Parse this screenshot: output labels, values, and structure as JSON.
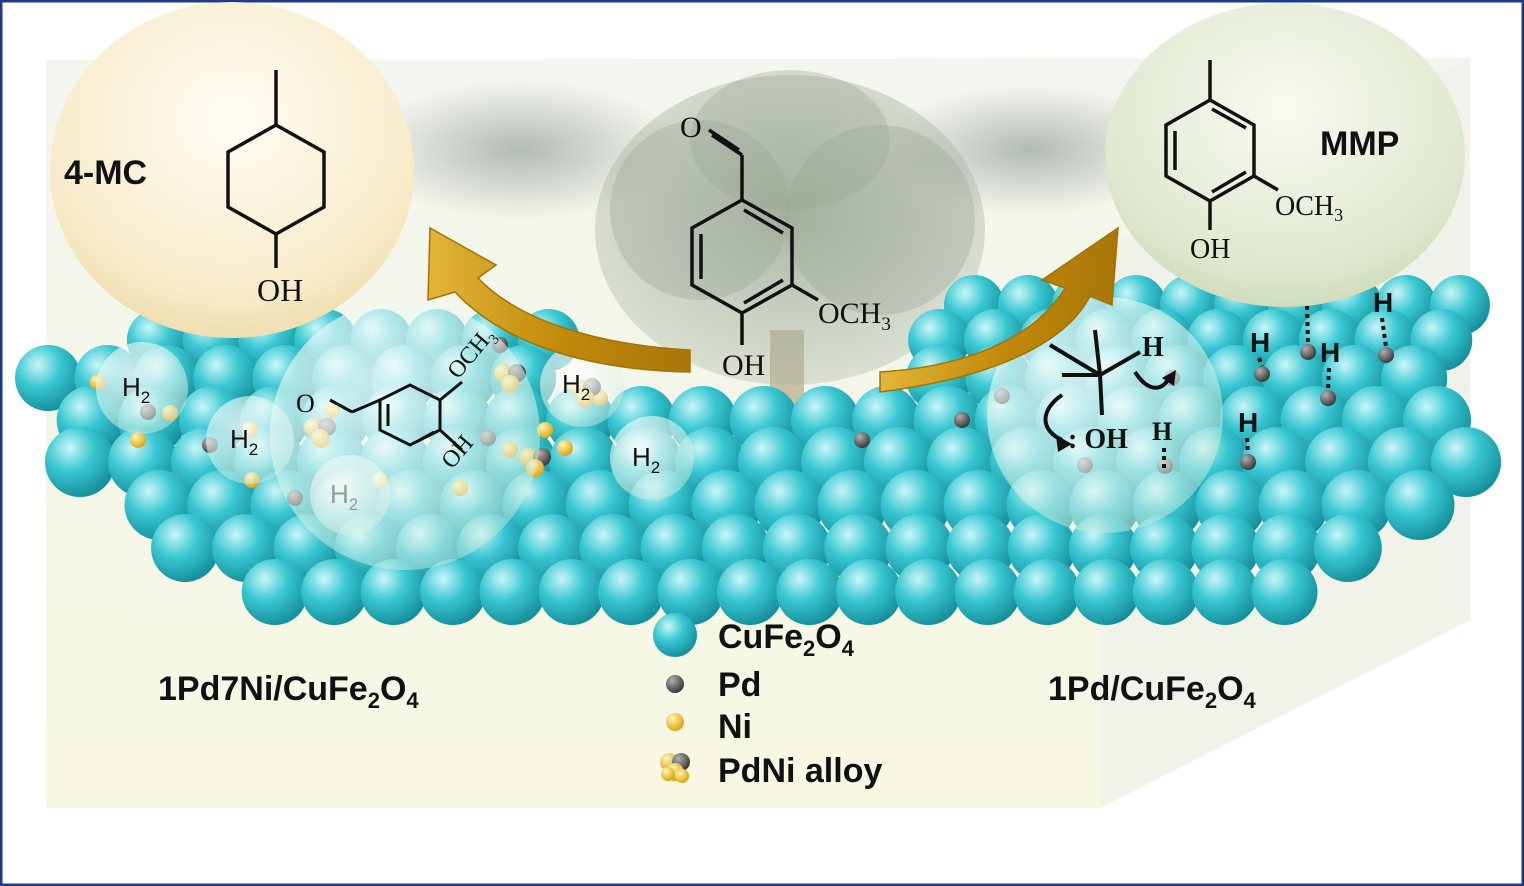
{
  "products": {
    "left": {
      "label": "4-MC",
      "oh": "OH"
    },
    "right": {
      "label": "MMP",
      "och3": "OCH",
      "och3_sub": "3",
      "oh": "OH"
    }
  },
  "reactant": {
    "och3": "OCH",
    "och3_sub": "3",
    "oh": "OH"
  },
  "adsorbed": {
    "och3": "OCH",
    "och3_sub": "3",
    "oh": "OH"
  },
  "h2": {
    "base": "H",
    "sub": "2"
  },
  "mechanism": {
    "h": "H",
    "oh": ": OH"
  },
  "catalysts": {
    "left": {
      "prefix": "1Pd7Ni/CuFe",
      "sub1": "2",
      "mid": "O",
      "sub2": "4"
    },
    "right": {
      "prefix": "1Pd/CuFe",
      "sub1": "2",
      "mid": "O",
      "sub2": "4"
    }
  },
  "legend": {
    "cufe2o4": {
      "prefix": "CuFe",
      "sub1": "2",
      "mid": "O",
      "sub2": "4"
    },
    "pd": "Pd",
    "ni": "Ni",
    "pdni": "PdNi alloy"
  },
  "colors": {
    "support": "#2fbfca",
    "pd": "#4a4a4a",
    "ni": "#f2c12e",
    "arrow": "#c8960c",
    "frame": "#1f3a8a"
  }
}
